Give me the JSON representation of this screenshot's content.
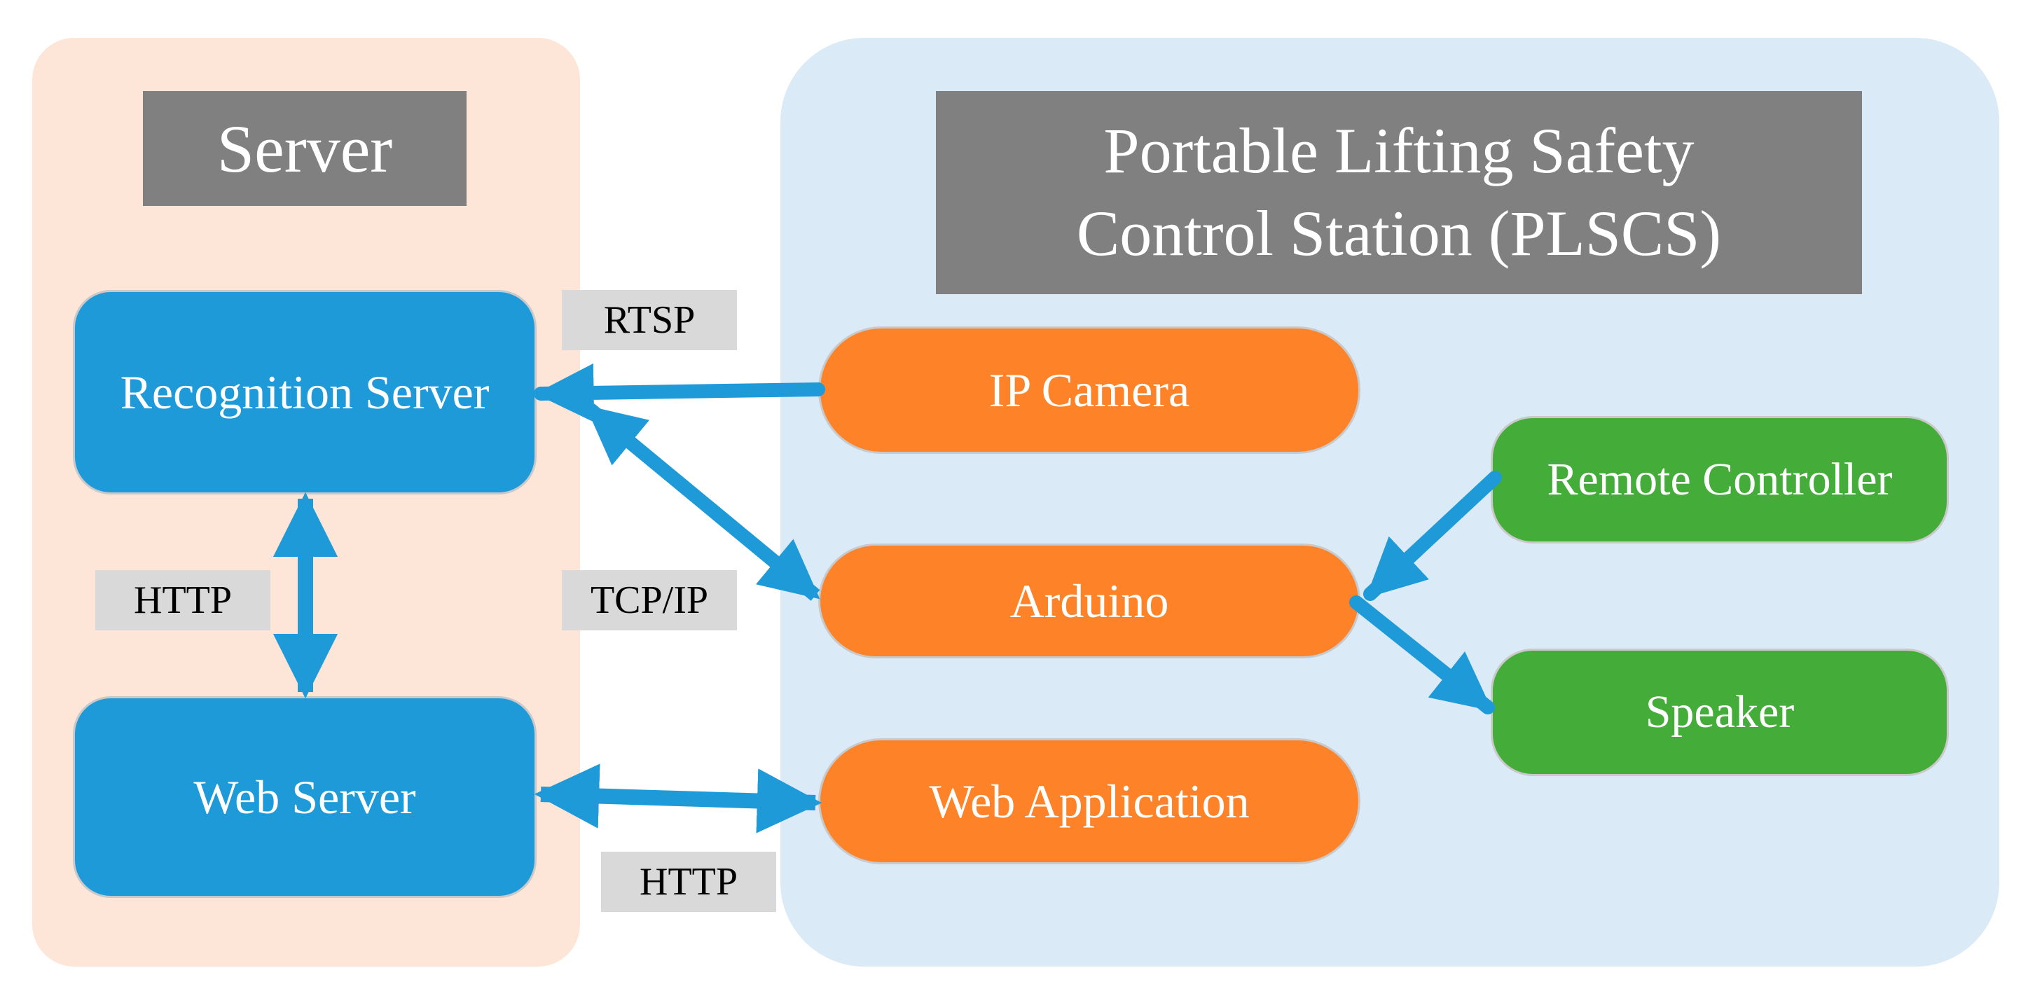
{
  "server": {
    "title": "Server",
    "nodes": {
      "recognition": "Recognition Server",
      "web": "Web Server"
    }
  },
  "plscs": {
    "title_line1": "Portable Lifting Safety",
    "title_line2": "Control Station (PLSCS)",
    "nodes": {
      "ip_camera": "IP Camera",
      "arduino": "Arduino",
      "web_app": "Web Application",
      "remote": "Remote Controller",
      "speaker": "Speaker"
    }
  },
  "protocols": {
    "rtsp": "RTSP",
    "http_server": "HTTP",
    "tcpip": "TCP/IP",
    "http_web": "HTTP"
  },
  "colors": {
    "server_panel": "#fde6d8",
    "plscs_panel": "#daeaf6",
    "title_box": "#808080",
    "blue_node": "#1e9ad9",
    "orange_node": "#fd8228",
    "green_node": "#44ad3a",
    "protocol_label": "#d9d9d9",
    "arrow": "#1e9ad9"
  }
}
